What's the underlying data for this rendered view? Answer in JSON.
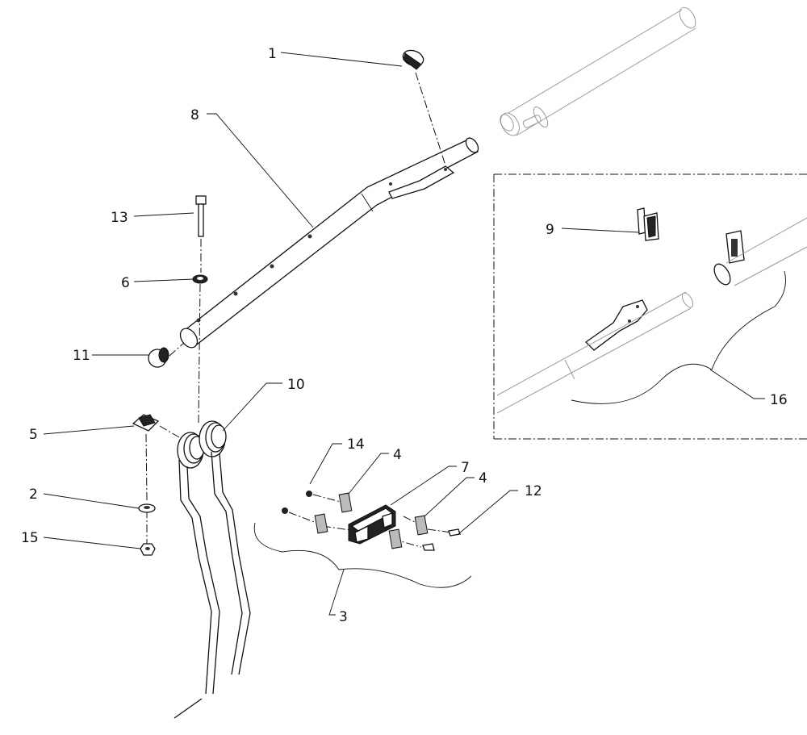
{
  "diagram": {
    "callouts": [
      {
        "id": "c1",
        "label": "1"
      },
      {
        "id": "c2",
        "label": "2"
      },
      {
        "id": "c3",
        "label": "3"
      },
      {
        "id": "c4a",
        "label": "4"
      },
      {
        "id": "c4b",
        "label": "4"
      },
      {
        "id": "c5",
        "label": "5"
      },
      {
        "id": "c6",
        "label": "6"
      },
      {
        "id": "c7",
        "label": "7"
      },
      {
        "id": "c8",
        "label": "8"
      },
      {
        "id": "c9",
        "label": "9"
      },
      {
        "id": "c10",
        "label": "10"
      },
      {
        "id": "c11",
        "label": "11"
      },
      {
        "id": "c12",
        "label": "12"
      },
      {
        "id": "c13",
        "label": "13"
      },
      {
        "id": "c14",
        "label": "14"
      },
      {
        "id": "c15",
        "label": "15"
      },
      {
        "id": "c16",
        "label": "16"
      }
    ]
  },
  "colors": {
    "line": "#111111",
    "ghost": "#9a9a9a",
    "background": "#ffffff"
  }
}
